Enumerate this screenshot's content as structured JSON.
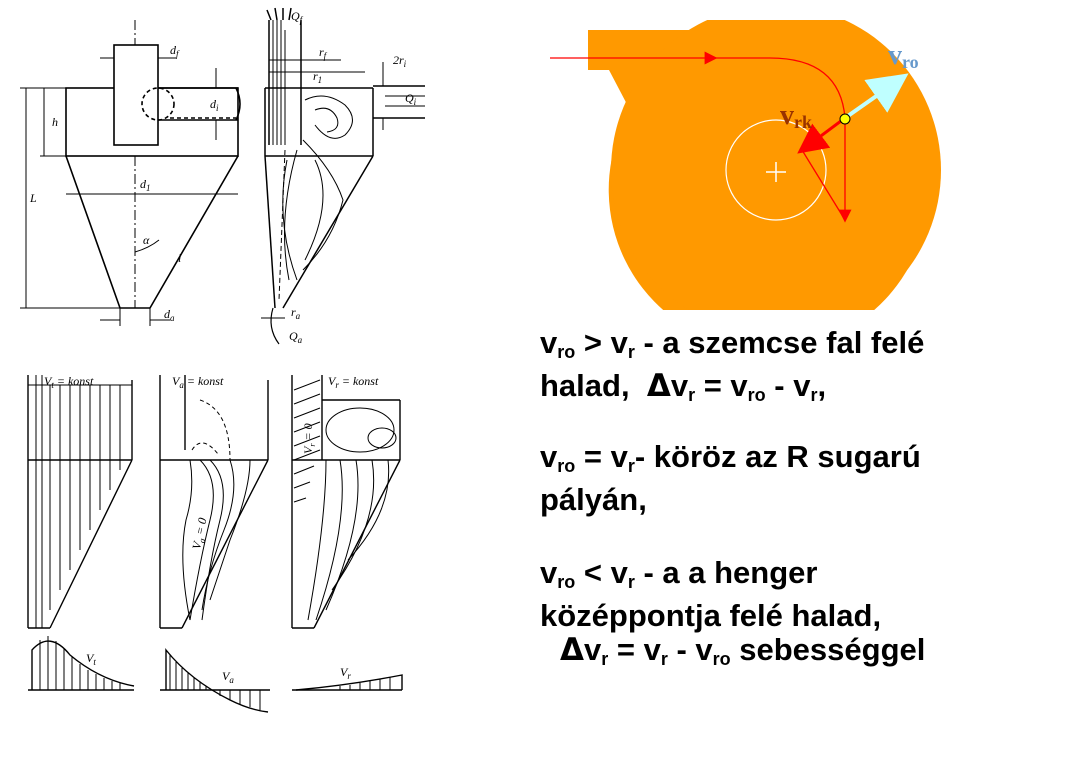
{
  "diagram": {
    "top_left_labels": {
      "df": "d",
      "df_sub": "f",
      "di": "d",
      "di_sub": "i",
      "h": "h",
      "d1": "d",
      "d1_sub": "1",
      "L": "L",
      "alpha": "α",
      "l": "l",
      "da": "d",
      "da_sub": "a"
    },
    "top_mid_labels": {
      "Qf": "Q",
      "Qf_sub": "f",
      "rf": "r",
      "rf_sub": "f",
      "r1": "r",
      "r1_sub": "1",
      "two_ri": "2r",
      "two_ri_sub": "i",
      "Qi": "Q",
      "Qi_sub": "i",
      "ra": "r",
      "ra_sub": "a",
      "Qa": "Q",
      "Qa_sub": "a"
    },
    "bottom_panels": [
      {
        "title": "V",
        "title_sub": "t",
        "title_rest": " = konst",
        "curve_label": "V",
        "curve_sub": "t"
      },
      {
        "title": "V",
        "title_sub": "a",
        "title_rest": " = konst",
        "curve_label": "V",
        "curve_sub": "a",
        "zero_label": "V",
        "zero_sub": "a",
        "zero_rest": " = 0"
      },
      {
        "title": "V",
        "title_sub": "r",
        "title_rest": " = konst",
        "curve_label": "V",
        "curve_sub": "r",
        "zero_label": "V",
        "zero_sub": "r",
        "zero_rest": " = 0"
      }
    ],
    "vector_diagram": {
      "vro_label": "v",
      "vro_sub": "ro",
      "vrk_label": "v",
      "vrk_sub": "rk",
      "colors": {
        "disc": "#FF9900",
        "inlet_arrow": "#FF0000",
        "vro_arrow": "#BFFFFF",
        "vrk_arrow": "#FF0000",
        "vrk_text": "#993300",
        "vro_text": "#6699CC",
        "particle": "#FFFF00"
      }
    }
  },
  "statements": [
    {
      "a": "v",
      "a_sub": "ro",
      "op": " > v",
      "b_sub": "r",
      "rest": " - a szemcse fal felé",
      "line2_pre": "halad,  ",
      "delta": "Δ",
      "line2_a": "v",
      "line2_a_sub": "r",
      "line2_eq": " = v",
      "line2_b_sub": "ro",
      "line2_minus": " - v",
      "line2_c_sub": "r",
      "line2_end": ","
    },
    {
      "a": "v",
      "a_sub": "ro",
      "op": " = v",
      "b_sub": "r",
      "rest": "- köröz az R sugarú",
      "line2": "pályán,"
    },
    {
      "a": "v",
      "a_sub": "ro",
      "op": " < v",
      "b_sub": "r",
      "rest": " - a a henger",
      "line2": "középpontja felé halad,",
      "delta": "Δ",
      "line3_a": "v",
      "line3_a_sub": "r",
      "line3_eq": " = v",
      "line3_b_sub": "r",
      "line3_minus": " - v",
      "line3_c_sub": "ro",
      "line3_end": " sebességgel"
    }
  ]
}
